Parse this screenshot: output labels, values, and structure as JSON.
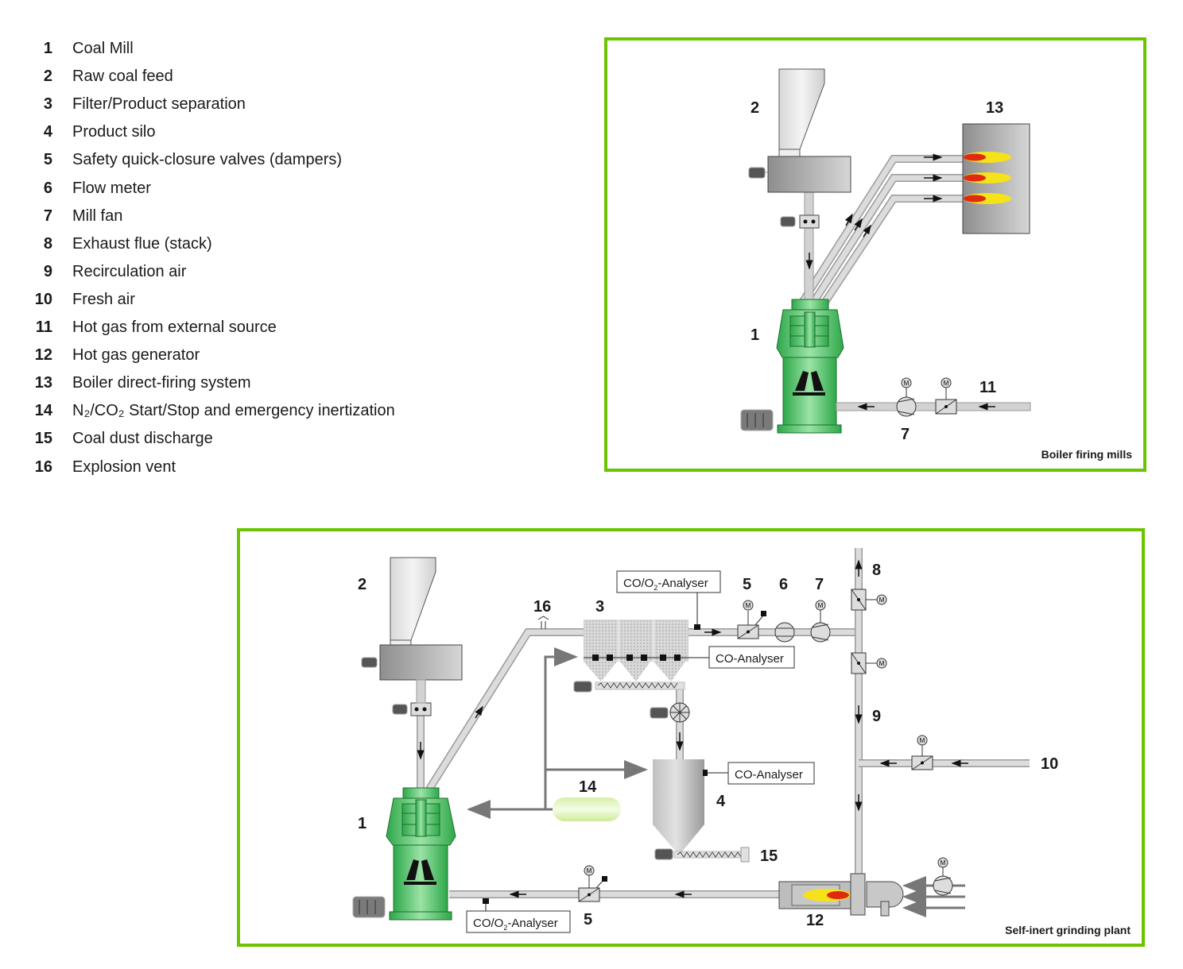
{
  "legend": [
    {
      "num": "1",
      "text": "Coal Mill"
    },
    {
      "num": "2",
      "text": "Raw coal feed"
    },
    {
      "num": "3",
      "text": "Filter/Product separation"
    },
    {
      "num": "4",
      "text": "Product silo"
    },
    {
      "num": "5",
      "text": "Safety quick-closure valves (dampers)"
    },
    {
      "num": "6",
      "text": "Flow meter"
    },
    {
      "num": "7",
      "text": "Mill fan"
    },
    {
      "num": "8",
      "text": "Exhaust flue (stack)"
    },
    {
      "num": "9",
      "text": "Recirculation air"
    },
    {
      "num": "10",
      "text": "Fresh air"
    },
    {
      "num": "11",
      "text": "Hot gas from external source"
    },
    {
      "num": "12",
      "text": "Hot gas generator"
    },
    {
      "num": "13",
      "text": "Boiler direct-firing system"
    },
    {
      "num": "14",
      "text": "N₂/CO₂ Start/Stop and emergency inertization"
    },
    {
      "num": "15",
      "text": "Coal dust discharge"
    },
    {
      "num": "16",
      "text": "Explosion vent"
    }
  ],
  "colors": {
    "frame_green": "#6cc400",
    "mill_green": "#3cb55a",
    "pipe_gray": "#c8c8c8",
    "flame_yellow": "#f5e21a",
    "flame_red": "#e02a10"
  },
  "diagram_top": {
    "title": "Boiler firing mills",
    "labels": {
      "mill": "1",
      "feed": "2",
      "boiler": "13",
      "fan": "7",
      "hot_gas": "11"
    },
    "motor_symbol": "M"
  },
  "diagram_bottom": {
    "title": "Self-inert grinding plant",
    "labels": {
      "mill": "1",
      "feed": "2",
      "filter": "3",
      "silo": "4",
      "valve_top": "5",
      "valve_bottom": "5",
      "flow_meter": "6",
      "fan": "7",
      "stack": "8",
      "recirc": "9",
      "fresh_air": "10",
      "hot_gas_gen": "12",
      "inert": "14",
      "discharge": "15",
      "vent": "16"
    },
    "analyser_top": "CO/O",
    "analyser_top_sub": "2",
    "analyser_top_suffix": "-Analyser",
    "analyser_filter": "CO-Analyser",
    "analyser_silo": "CO-Analyser",
    "analyser_bottom": "CO/O",
    "analyser_bottom_sub": "2",
    "analyser_bottom_suffix": "-Analyser",
    "motor_symbol": "M"
  }
}
